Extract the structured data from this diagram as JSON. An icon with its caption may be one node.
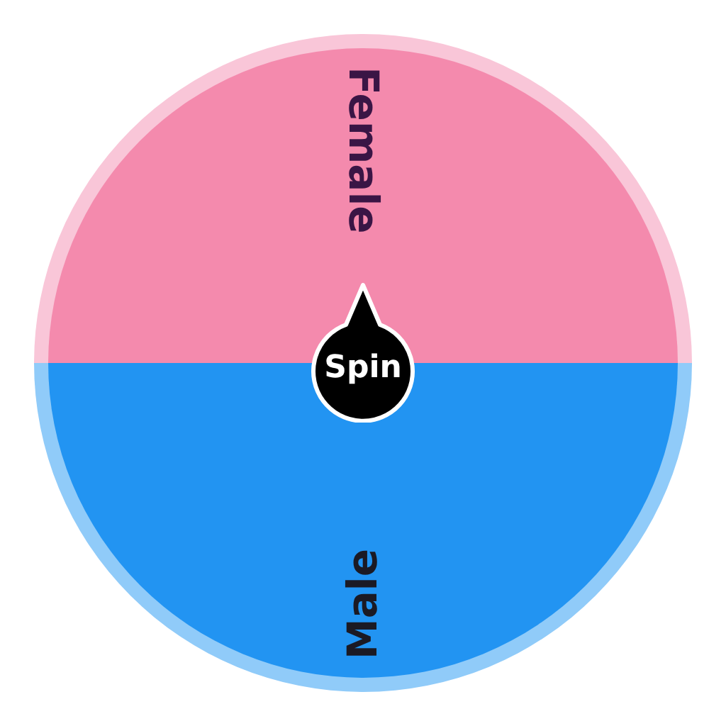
{
  "diagram": {
    "nodes": [
      {
        "text": [
          "Female"
        ]
      },
      {
        "text": [
          "Male"
        ]
      },
      {
        "text": [
          "Spin"
        ]
      }
    ]
  }
}
